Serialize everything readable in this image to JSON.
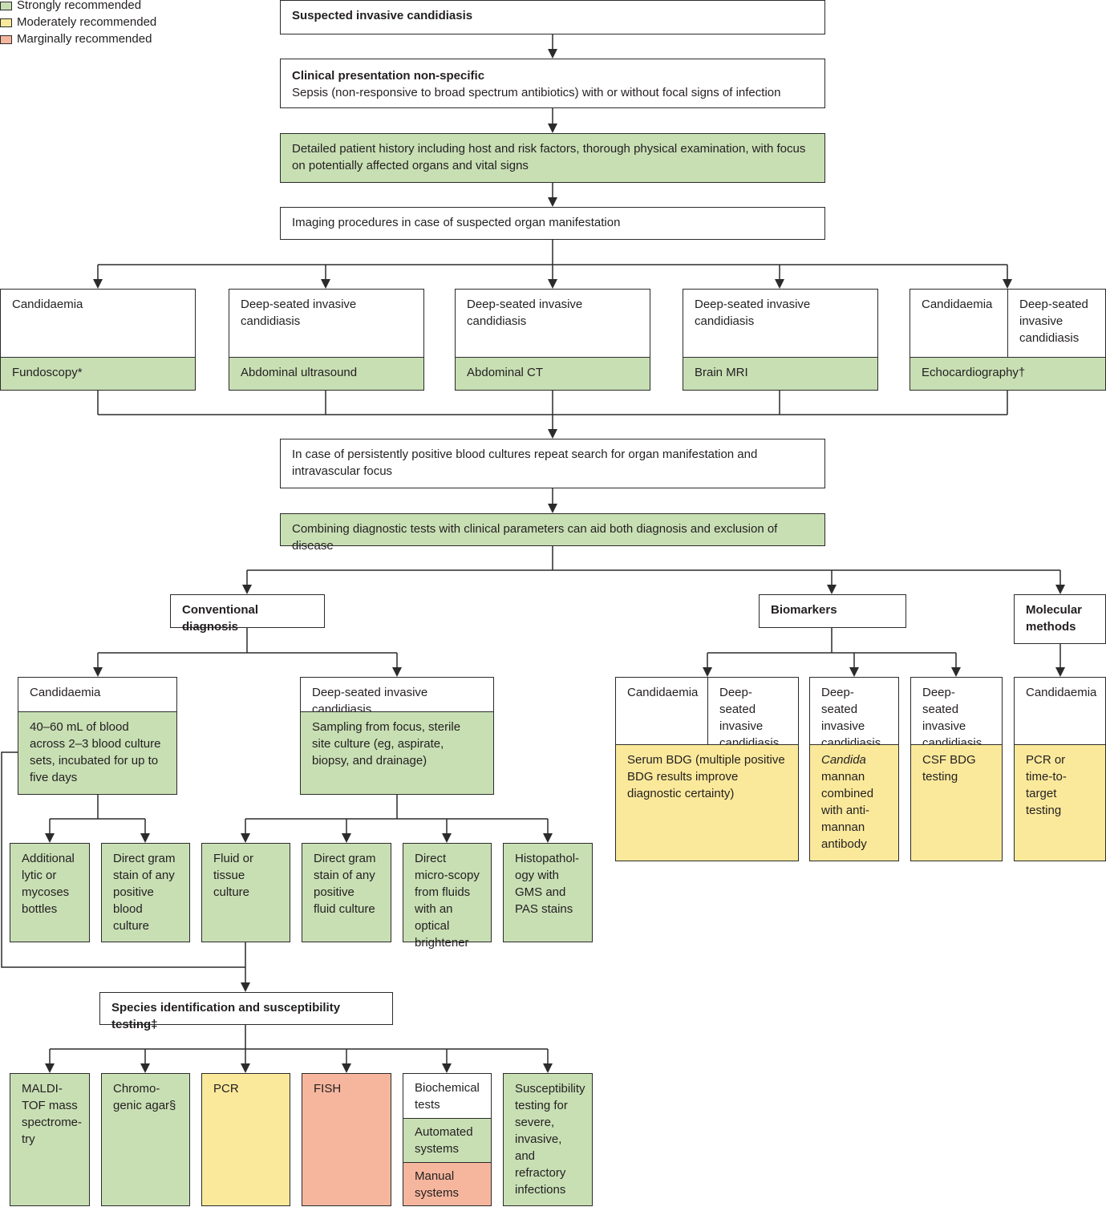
{
  "legend": {
    "strong": {
      "label": "Strongly recommended",
      "color": "#c8dfb4"
    },
    "moderate": {
      "label": "Moderately recommended",
      "color": "#fbe99b"
    },
    "marginal": {
      "label": "Marginally recommended",
      "color": "#f6b69e"
    }
  },
  "top": {
    "suspected": "Suspected invasive candidiasis",
    "clinical_title": "Clinical presentation non-specific",
    "clinical_text": "Sepsis (non-responsive to broad spectrum antibiotics) with or without focal signs of infection",
    "history": "Detailed patient history including host and risk factors, thorough physical examination, with focus on potentially affected organs and vital signs",
    "imaging": "Imaging procedures in case of suspected organ manifestation"
  },
  "imaging_options": [
    {
      "top": "Candidaemia",
      "bottom": "Fundoscopy*"
    },
    {
      "top": "Deep-seated invasive candidiasis",
      "bottom": "Abdominal ultrasound"
    },
    {
      "top": "Deep-seated invasive candidiasis",
      "bottom": "Abdominal CT"
    },
    {
      "top": "Deep-seated invasive candidiasis",
      "bottom": "Brain MRI"
    },
    {
      "top_left": "Candidaemia",
      "top_right": "Deep-seated invasive candidiasis",
      "bottom": "Echocardiography†"
    }
  ],
  "persist": "In case of persistently positive blood cultures repeat search for organ manifestation and intravascular focus",
  "combining": "Combining diagnostic tests with clinical parameters can aid both diagnosis and exclusion of disease",
  "conventional": {
    "title": "Conventional diagnosis",
    "candidaemia": {
      "top": "Candidaemia",
      "bottom": "40–60 mL of blood across 2–3 blood culture sets, incubated for up to five days"
    },
    "deep": {
      "top": "Deep-seated invasive candidiasis",
      "bottom": "Sampling from focus, sterile site culture (eg, aspirate, biopsy, and drainage)"
    },
    "leaves": [
      "Additional lytic or mycoses bottles",
      "Direct gram stain of any positive blood culture",
      "Fluid or tissue culture",
      "Direct gram stain of any positive fluid culture",
      "Direct micro-scopy from fluids with an optical brightener",
      "Histopathol-ogy with GMS and PAS stains"
    ]
  },
  "biomarkers": {
    "title": "Biomarkers",
    "bdg": {
      "top_left": "Candidaemia",
      "top_right": "Deep-seated invasive candidiasis",
      "bottom": "Serum BDG (multiple positive BDG results improve diagnostic certainty)"
    },
    "mannan": {
      "top": "Deep-seated invasive candidiasis",
      "bottom_italic": "Candida",
      "bottom": "mannan combined with anti-mannan antibody"
    },
    "csf": {
      "top": "Deep-seated invasive candidiasis",
      "bottom": "CSF BDG testing"
    }
  },
  "molecular": {
    "title": "Molecular methods",
    "top": "Candidaemia",
    "bottom": "PCR or time-to-target testing"
  },
  "species": {
    "title": "Species identification and susceptibility testing‡",
    "leaves": {
      "maldi": "MALDI-TOF mass spectrome-try",
      "chromo": "Chromo-genic agar§",
      "pcr": "PCR",
      "fish": "FISH",
      "biochem": "Biochemical tests",
      "automated": "Automated systems",
      "manual": "Manual systems",
      "suscept": "Susceptibility testing for severe, invasive, and refractory infections"
    }
  }
}
